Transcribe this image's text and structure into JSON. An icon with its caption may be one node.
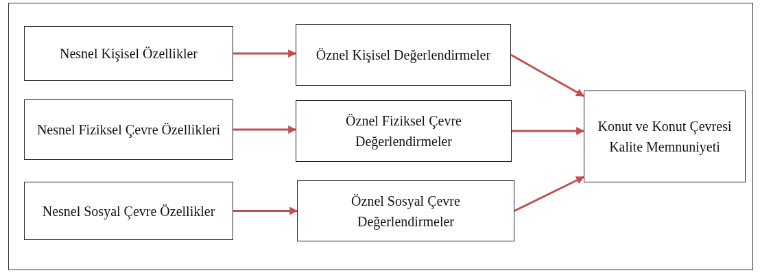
{
  "diagram": {
    "nodes": [
      {
        "text": [
          "Nesnel Kişisel Özellikler"
        ]
      },
      {
        "text": [
          "Öznel Kişisel Değerlendirmeler"
        ]
      },
      {
        "text": [
          "Nesnel Fiziksel Çevre Özellikleri"
        ]
      },
      {
        "text": [
          "Öznel Fiziksel Çevre Değerlendirmeler"
        ]
      },
      {
        "text": [
          "Nesnel Sosyal Çevre Özellikler"
        ]
      },
      {
        "text": [
          "Öznel Sosyal Çevre Değerlendirmeler"
        ]
      },
      {
        "text": [
          "Konut ve Konut Çevresi Kalite Memnuniyeti"
        ]
      }
    ],
    "edges": [
      {
        "from": 0,
        "to": 1,
        "arrow": "to"
      },
      {
        "from": 2,
        "to": 3,
        "arrow": "to"
      },
      {
        "from": 4,
        "to": 5,
        "arrow": "to"
      },
      {
        "from": 1,
        "to": 6,
        "arrow": "to"
      },
      {
        "from": 3,
        "to": 6,
        "arrow": "to"
      },
      {
        "from": 5,
        "to": 6,
        "arrow": "to"
      }
    ]
  }
}
